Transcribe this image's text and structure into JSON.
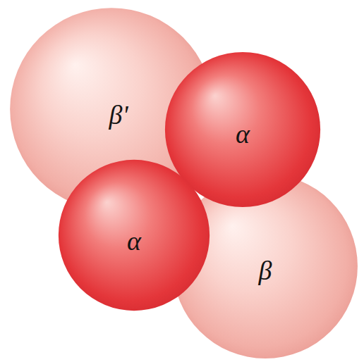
{
  "diagram": {
    "nodes": [
      {
        "text": [
          "β'"
        ]
      },
      {
        "text": [
          "α"
        ]
      },
      {
        "text": [
          "α"
        ]
      },
      {
        "text": [
          "β"
        ]
      }
    ]
  }
}
